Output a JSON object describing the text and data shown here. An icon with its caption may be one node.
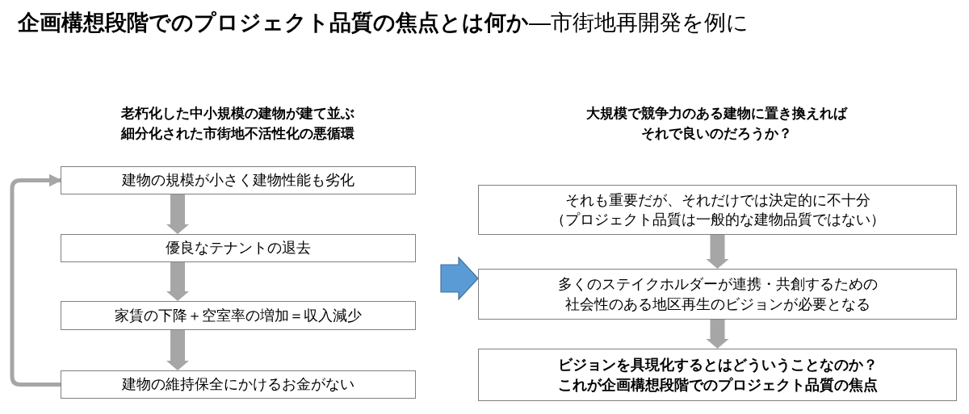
{
  "diagram": {
    "title": "**企画構想段階でのプロジェクト品質の焦点とは何か**―市街地再開発を例に",
    "nodes": [
      {
        "text": [
          "建物の規模が小さく建物性能も劣化"
        ]
      },
      {
        "text": [
          "優良なテナントの退去"
        ]
      },
      {
        "text": [
          "家賃の下降＋空室率の増加＝収入減少"
        ]
      },
      {
        "text": [
          "建物の維持保全にかけるお金がない"
        ]
      },
      {
        "text": [
          "それも重要だが、それだけでは決定的に不十分（プロジェクト品質は一般的な建物品質ではない）"
        ]
      },
      {
        "text": [
          "多くのステイクホルダーが連携・共創するための社会性のある地区再生のビジョンが必要となる"
        ]
      },
      {
        "text": [
          "ビジョンを具現化するとはどういうことなのか？これが企画構想段階でのプロジェクト品質の焦点"
        ]
      }
    ],
    "edges": [
      {
        "from": 0,
        "to": 1,
        "arrow": "to"
      },
      {
        "from": 1,
        "to": 2,
        "arrow": "to"
      },
      {
        "from": 2,
        "to": 3,
        "arrow": "to"
      },
      {
        "from": 3,
        "to": 0,
        "arrow": "to"
      },
      {
        "from": null,
        "to": 5,
        "arrow": "to",
        "color": "#5b9bd5"
      },
      {
        "from": 4,
        "to": 5,
        "arrow": "to"
      },
      {
        "from": 5,
        "to": 6,
        "arrow": "to"
      }
    ],
    "labels": [
      "老朽化した中小規模の建物が建て並ぶ細分化された市街地不活性化の悪循環",
      "大規模で競争力のある建物に置き換えればそれで良いのだろうか？"
    ]
  }
}
